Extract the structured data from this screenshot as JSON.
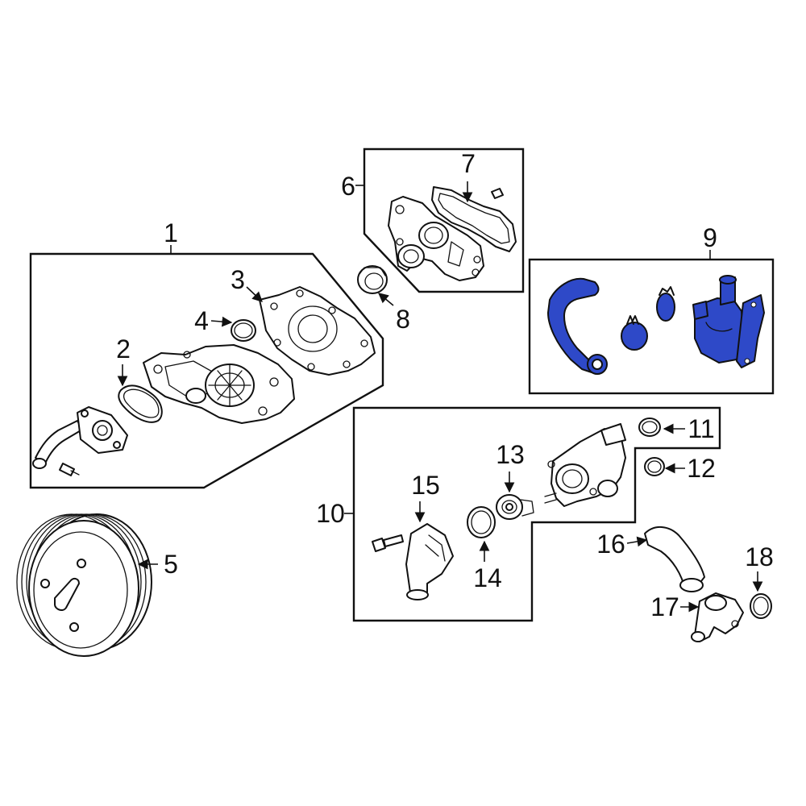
{
  "diagram": {
    "highlight_color": "#2e49c8",
    "line_color": "#111111",
    "background_color": "#ffffff",
    "callouts": {
      "c1": "1",
      "c2": "2",
      "c3": "3",
      "c4": "4",
      "c5": "5",
      "c6": "6",
      "c7": "7",
      "c8": "8",
      "c9": "9",
      "c10": "10",
      "c11": "11",
      "c12": "12",
      "c13": "13",
      "c14": "14",
      "c15": "15",
      "c16": "16",
      "c17": "17",
      "c18": "18"
    }
  }
}
